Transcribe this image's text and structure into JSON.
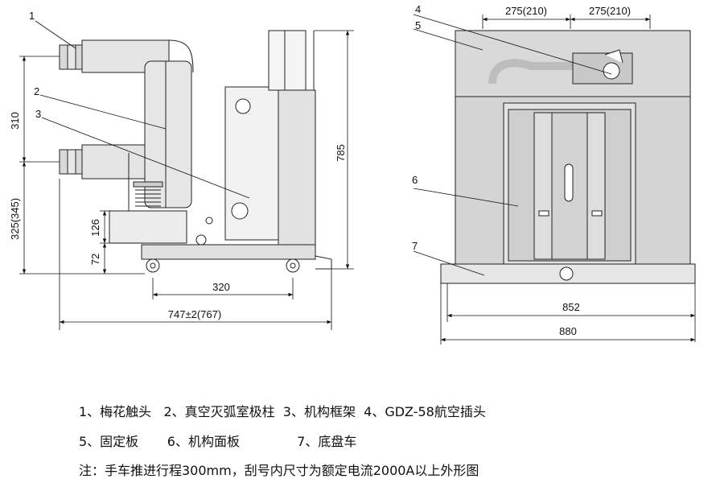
{
  "callouts": {
    "c1": "1",
    "c2": "2",
    "c3": "3",
    "c4": "4",
    "c5": "5",
    "c6": "6",
    "c7": "7"
  },
  "side_view": {
    "dim_310": "310",
    "dim_325": "325(345)",
    "dim_126": "126",
    "dim_72": "72",
    "dim_320": "320",
    "dim_747": "747±2(767)",
    "dim_785": "785"
  },
  "front_view": {
    "dim_275_left": "275(210)",
    "dim_275_right": "275(210)",
    "dim_852": "852",
    "dim_880": "880"
  },
  "legend": {
    "line1": "1、梅花触头   2、真空灭弧室极柱  3、机构框架  4、GDZ-58航空插头",
    "line2": "5、固定板       6、机构面板              7、底盘车",
    "note": "注：手车推进行程300mm，刮号内尺寸为额定电流2000A以上外形图"
  }
}
